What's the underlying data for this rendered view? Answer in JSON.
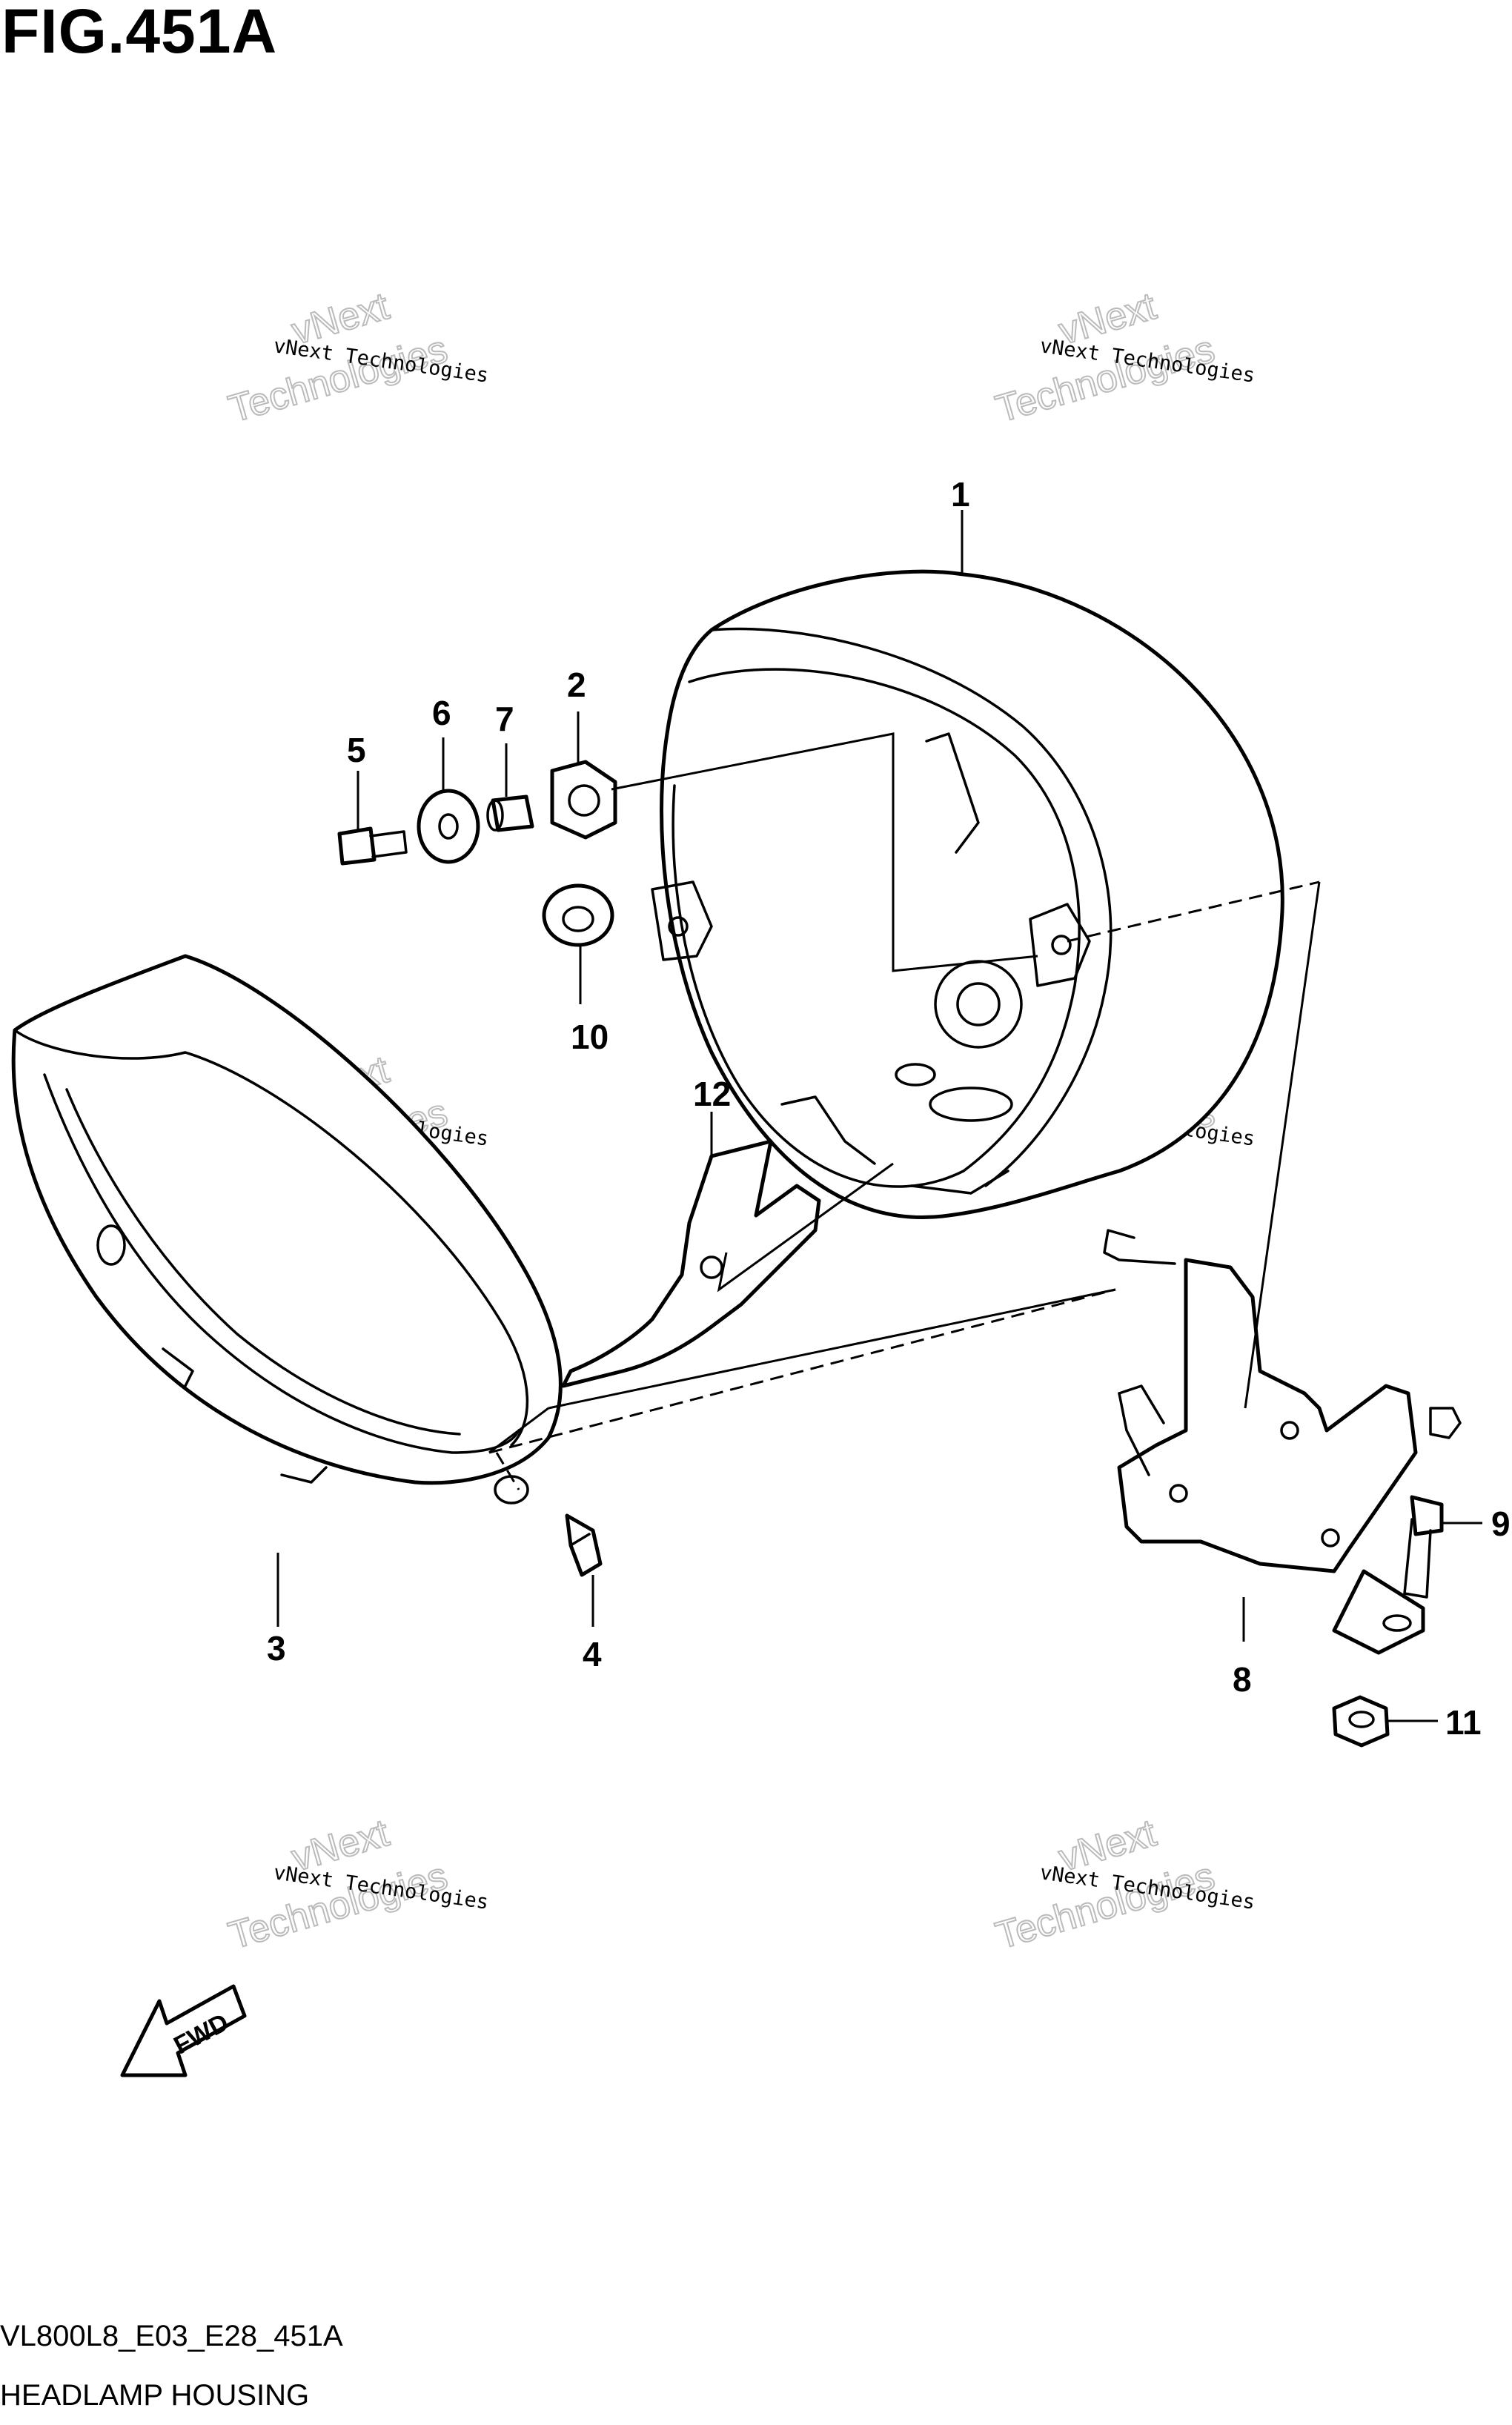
{
  "figure": {
    "title": "FIG.451A",
    "code": "VL800L8_E03_E28_451A",
    "name": "HEADLAMP HOUSING"
  },
  "watermark": {
    "line1": "vNext Technologies",
    "line2": "Technologies",
    "line3": "vNext"
  },
  "fwd_label": "FWD",
  "callouts": [
    {
      "id": "1",
      "label": "1"
    },
    {
      "id": "2",
      "label": "2"
    },
    {
      "id": "3",
      "label": "3"
    },
    {
      "id": "4",
      "label": "4"
    },
    {
      "id": "5",
      "label": "5"
    },
    {
      "id": "6",
      "label": "6"
    },
    {
      "id": "7",
      "label": "7"
    },
    {
      "id": "8",
      "label": "8"
    },
    {
      "id": "9",
      "label": "9"
    },
    {
      "id": "10",
      "label": "10"
    },
    {
      "id": "11",
      "label": "11"
    },
    {
      "id": "12",
      "label": "12"
    }
  ]
}
